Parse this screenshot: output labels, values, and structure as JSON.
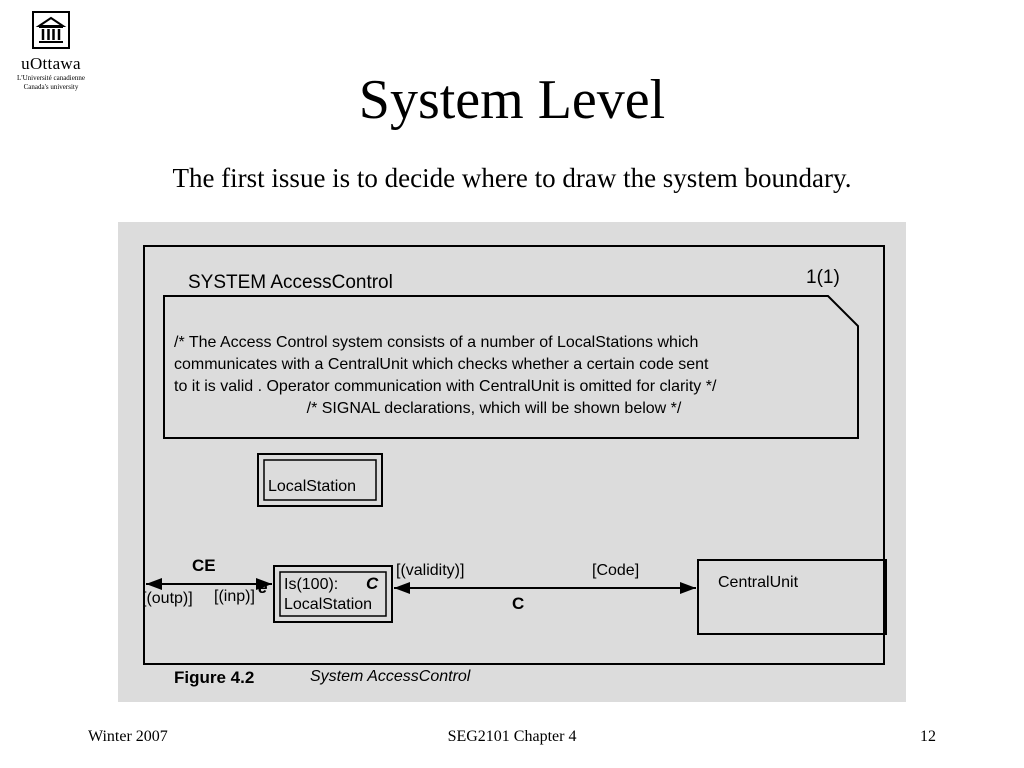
{
  "logo": {
    "name": "uOttawa",
    "line1": "L'Université canadienne",
    "line2": "Canada's university"
  },
  "slide": {
    "title": "System Level",
    "subtitle": "The first issue is to decide where to draw the system boundary."
  },
  "figure": {
    "system_header": "SYSTEM AccessControl",
    "page_number": "1(1)",
    "comment_lines": [
      "/* The Access  Control system consists of a number of LocalStations which",
      "communicates with a CentralUnit which checks whether a certain code sent",
      "to it is valid . Operator communication with CentralUnit is omitted for clarity */",
      "/* SIGNAL declarations, which will be shown below */"
    ],
    "block_local_station": "LocalStation",
    "channel_ce": "CE",
    "signal_outp": "[(outp)]",
    "signal_inp": "[(inp)]",
    "gate_e": "e",
    "instance_set": "Is(100):",
    "instance_c": "C",
    "instance_type": "LocalStation",
    "signal_validity": "[(validity)]",
    "signal_code": "[Code]",
    "channel_c": "C",
    "block_central_unit": "CentralUnit",
    "figure_label": "Figure  4.2",
    "figure_caption": "System AccessControl"
  },
  "footer": {
    "left": "Winter 2007",
    "center": "SEG2101 Chapter 4",
    "right": "12"
  },
  "colors": {
    "slide_background": "#ffffff",
    "figure_background": "#dcdcdc",
    "text": "#000000"
  }
}
